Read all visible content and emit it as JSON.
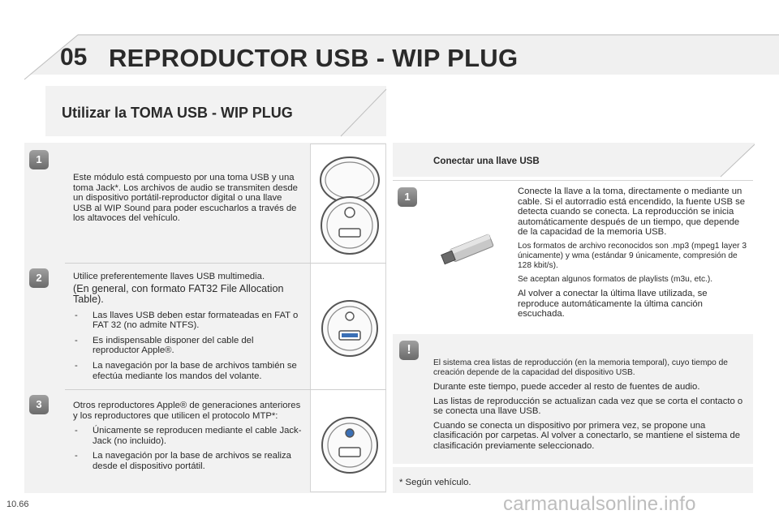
{
  "header": {
    "chapter_number": "05",
    "chapter_title": "REPRODUCTOR USB - WIP PLUG"
  },
  "section_title": "Utilizar la TOMA USB - WIP PLUG",
  "left": {
    "block1": {
      "badge": "1",
      "text": "Este módulo está compuesto por una toma USB y una toma Jack*. Los archivos de audio se transmiten desde un dispositivo portátil-reproductor digital o una llave USB al WIP Sound para poder escucharlos a través de los altavoces del vehículo."
    },
    "block2": {
      "badge": "2",
      "intro": "Utilice preferentemente llaves USB multimedia.",
      "note": "(En general, con formato FAT32 File Allocation Table).",
      "bullets": [
        "Las llaves USB deben estar formateadas en FAT o FAT 32 (no admite NTFS).",
        "Es indispensable disponer del cable del reproductor Apple®.",
        "La navegación por la base de archivos también se efectúa mediante los mandos del volante."
      ]
    },
    "block3": {
      "badge": "3",
      "intro": "Otros reproductores Apple® de generaciones anteriores y los reproductores que utilicen el protocolo MTP*:",
      "bullets": [
        "Únicamente se reproducen mediante el cable Jack-Jack (no incluido).",
        "La navegación por la base de archivos se realiza desde el dispositivo portátil."
      ]
    }
  },
  "right": {
    "heading": "Conectar una llave USB",
    "step1": {
      "badge": "1",
      "text1": "Conecte la llave a la toma, directamente o mediante un cable. Si el autorradio está encendido, la fuente USB se detecta cuando se conecta. La reproducción se inicia automáticamente después de un tiempo, que depende de la capacidad de la memoria USB.",
      "text2": "Los formatos de archivo reconocidos son .mp3 (mpeg1 layer 3 únicamente) y wma (estándar 9 únicamente, compresión de 128 kbit/s).",
      "text3": "Se aceptan algunos formatos de playlists (m3u, etc.).",
      "text4": "Al volver a conectar la última llave utilizada, se reproduce automáticamente la última canción escuchada."
    },
    "warning": {
      "badge": "!",
      "p1": "El sistema crea listas de reproducción (en la memoria temporal), cuyo tiempo de creación depende de la capacidad del dispositivo USB.",
      "p2": "Durante este tiempo, puede acceder al resto de fuentes de audio.",
      "p3": "Las listas de reproducción se actualizan cada vez que se corta el contacto o se conecta una llave USB.",
      "p4": "Cuando se conecta un dispositivo por primera vez, se propone una clasificación por carpetas. Al volver a conectarlo, se mantiene el sistema de clasificación previamente seleccionado."
    },
    "footnote": "* Según vehículo."
  },
  "page_number": "10.66",
  "watermark": "carmanualsonline.info",
  "colors": {
    "panel": "#f2f2f2",
    "badge": "#8a8a8a",
    "text": "#2a2a2a"
  }
}
